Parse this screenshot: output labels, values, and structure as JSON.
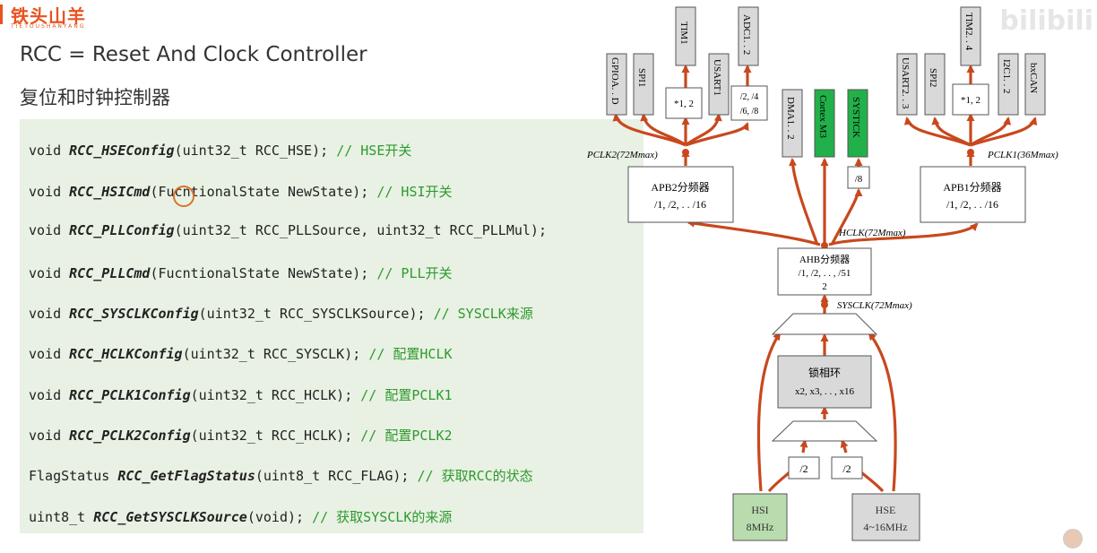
{
  "brand": {
    "name": "铁头山羊",
    "sub": "TIETOUSHANYANG",
    "color": "#e8531f"
  },
  "watermark": "bilibili",
  "title": "RCC = Reset And Clock Controller",
  "subtitle": "复位和时钟控制器",
  "code": [
    {
      "pre": "void ",
      "fn": "RCC_HSEConfig",
      "args": "(uint32_t RCC_HSE); ",
      "comment": "// HSE开关"
    },
    {
      "pre": "void ",
      "fn": "RCC_HSICmd",
      "args": "(FucntionalState NewState); ",
      "comment": "// HSI开关"
    },
    {
      "pre": "void ",
      "fn": "RCC_PLLConfig",
      "args": "(uint32_t RCC_PLLSource, uint32_t RCC_PLLMul);",
      "comment": ""
    },
    {
      "pre": "void ",
      "fn": "RCC_PLLCmd",
      "args": "(FucntionalState NewState); ",
      "comment": "// PLL开关"
    },
    {
      "pre": "void ",
      "fn": "RCC_SYSCLKConfig",
      "args": "(uint32_t RCC_SYSCLKSource); ",
      "comment": "// SYSCLK来源"
    },
    {
      "pre": "void ",
      "fn": "RCC_HCLKConfig",
      "args": "(uint32_t RCC_SYSCLK); ",
      "comment": "// 配置HCLK"
    },
    {
      "pre": "void ",
      "fn": "RCC_PCLK1Config",
      "args": "(uint32_t RCC_HCLK); ",
      "comment": "// 配置PCLK1"
    },
    {
      "pre": "void ",
      "fn": "RCC_PCLK2Config",
      "args": "(uint32_t RCC_HCLK); ",
      "comment": "// 配置PCLK2"
    },
    {
      "pre": "FlagStatus ",
      "fn": "RCC_GetFlagStatus",
      "args": "(uint8_t RCC_FLAG); ",
      "comment": "// 获取RCC的状态"
    },
    {
      "pre": "uint8_t ",
      "fn": "RCC_GetSYSCLKSource",
      "args": "(void); ",
      "comment": "// 获取SYSCLK的来源"
    }
  ],
  "diagram": {
    "hsi": [
      "HSI",
      "8MHz"
    ],
    "hse": [
      "HSE",
      "4~16MHz"
    ],
    "div2": "/2",
    "pll": [
      "锁相环",
      "x2, x3, . . , x16"
    ],
    "sysclk": "SYSCLK(72Mmax)",
    "ahb": [
      "AHB分频器",
      "/1, /2, . . , /51",
      "2"
    ],
    "hclk": "HCLK(72Mmax)",
    "apb2": [
      "APB2分频器",
      "/1, /2, . . /16"
    ],
    "apb1": [
      "APB1分频器",
      "/1, /2, . . /16"
    ],
    "pclk2": "PCLK2(72Mmax)",
    "pclk1": "PCLK1(36Mmax)",
    "div8": "/8",
    "mul12": "*1, 2",
    "adc_div": [
      "/2, /4",
      "/6, /8"
    ],
    "apb2_periph": [
      "GPIOA. . D",
      "SPI1",
      "TIM1",
      "USART1",
      "ADC1. . 2"
    ],
    "ahb_periph": [
      "DMA1. . 2",
      "Cortex M3",
      "SYSTICK"
    ],
    "apb1_periph": [
      "USART2. . 3",
      "SPI2",
      "TIM2. . 4",
      "I2C1. . 2",
      "bxCAN"
    ],
    "colors": {
      "arrow": "#c8481e",
      "gray_box": "#d9d9d9",
      "hsi_fill": "#b9dcae",
      "green_box": "#22b04a"
    }
  }
}
